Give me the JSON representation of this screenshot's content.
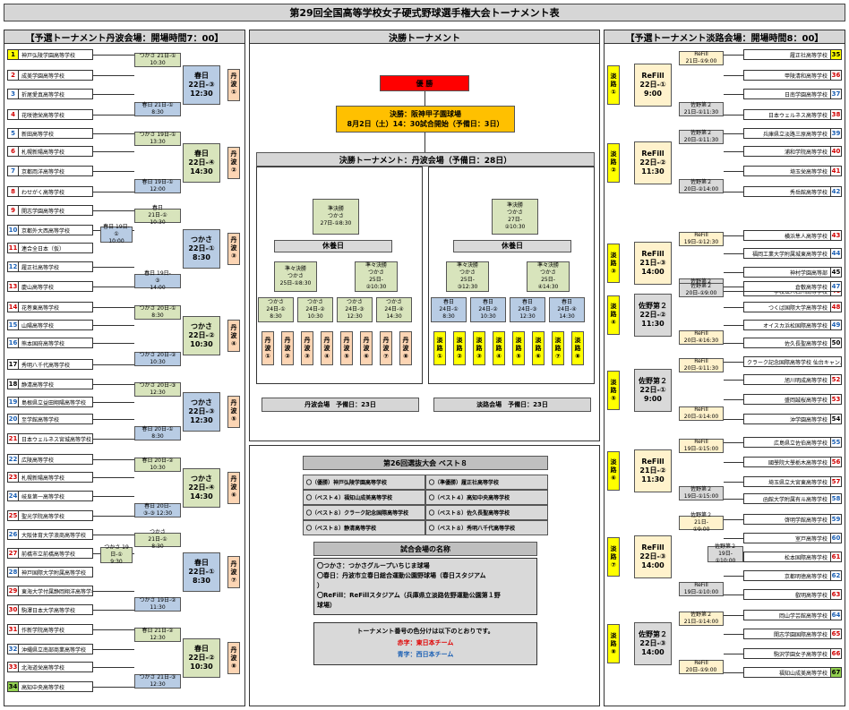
{
  "title": "第29回全国高等学校女子硬式野球選手権大会トーナメント表",
  "left_header": "【予選トーナメント丹波会場：開場時間7：00】",
  "center_header": "決勝トーナメント",
  "right_header": "【予選トーナメント淡路会場：開場時間8：00】",
  "left_teams": [
    {
      "n": "1",
      "name": "神戸弘陵学園高等学校",
      "c": "yel"
    },
    {
      "n": "2",
      "name": "成美学園高等学校",
      "c": "red"
    },
    {
      "n": "3",
      "name": "折尾愛真高等学校",
      "c": "blue"
    },
    {
      "n": "4",
      "name": "花咲徳栄高等学校",
      "c": "red"
    },
    {
      "n": "5",
      "name": "新田高等学校",
      "c": "blue"
    },
    {
      "n": "6",
      "name": "札幌新陽高等学校",
      "c": "red"
    },
    {
      "n": "7",
      "name": "京都両洋高等学校",
      "c": "blue"
    },
    {
      "n": "8",
      "name": "わせがく高等学校",
      "c": "red"
    },
    {
      "n": "9",
      "name": "開志学園高等学校",
      "c": "red"
    },
    {
      "n": "10",
      "name": "京都外大西高等学校",
      "c": "blue"
    },
    {
      "n": "11",
      "name": "連合全日本（仮）",
      "c": "red"
    },
    {
      "n": "12",
      "name": "履正社高等学校",
      "c": "blue"
    },
    {
      "n": "13",
      "name": "慶山高等学校",
      "c": "red"
    },
    {
      "n": "14",
      "name": "花巻東高等学校",
      "c": "red"
    },
    {
      "n": "15",
      "name": "山陽高等学校",
      "c": "blue"
    },
    {
      "n": "16",
      "name": "熊本国府高等学校",
      "c": "blue"
    },
    {
      "n": "17",
      "name": "秀明八千代高等学校",
      "c": ""
    },
    {
      "n": "18",
      "name": "静清高等学校",
      "c": ""
    },
    {
      "n": "19",
      "name": "島根県立益田翔陽高等学校",
      "c": "blue"
    },
    {
      "n": "20",
      "name": "至学館高等学校",
      "c": "blue"
    },
    {
      "n": "21",
      "name": "日本ウェルネス宮城高等学校",
      "c": "red"
    },
    {
      "n": "22",
      "name": "広陵高等学校",
      "c": "blue"
    },
    {
      "n": "23",
      "name": "札幌新陽高等学校",
      "c": "red"
    },
    {
      "n": "24",
      "name": "岐阜第一高等学校",
      "c": "blue"
    },
    {
      "n": "25",
      "name": "聖光学院高等学校",
      "c": "red"
    },
    {
      "n": "26",
      "name": "大阪体育大学浪商高等学校",
      "c": "blue"
    },
    {
      "n": "27",
      "name": "前橋市立前橋高等学校",
      "c": "red"
    },
    {
      "n": "28",
      "name": "神戸国際大学附属高等学校",
      "c": "blue"
    },
    {
      "n": "29",
      "name": "東海大学付属静岡翔洋高等学校",
      "c": "red"
    },
    {
      "n": "30",
      "name": "駒澤日本大学高等学校",
      "c": "red"
    },
    {
      "n": "31",
      "name": "作新学院高等学校",
      "c": "red"
    },
    {
      "n": "32",
      "name": "沖縄県立南部商業高等学校",
      "c": "blue"
    },
    {
      "n": "33",
      "name": "北海道栄高等学校",
      "c": "red"
    },
    {
      "n": "34",
      "name": "高知中央高等学校",
      "c": "grn"
    }
  ],
  "right_teams": [
    {
      "n": "35",
      "name": "履正社高等学校",
      "c": "yel"
    },
    {
      "n": "36",
      "name": "甲陵清和高等学校",
      "c": "red"
    },
    {
      "n": "37",
      "name": "日南学園高等学校",
      "c": "blue"
    },
    {
      "n": "38",
      "name": "日本ウェルネス高等学校",
      "c": "red"
    },
    {
      "n": "39",
      "name": "兵庫県立淡路三原高等学校",
      "c": "blue"
    },
    {
      "n": "40",
      "name": "浦和学院高等学校",
      "c": "red"
    },
    {
      "n": "41",
      "name": "埼玉栄高等学校",
      "c": "red"
    },
    {
      "n": "42",
      "name": "秀岳館高等学校",
      "c": "blue"
    },
    {
      "n": "43",
      "name": "横浜隼人高等学校",
      "c": "red"
    },
    {
      "n": "44",
      "name": "福岡工業大学附属城東高等学校",
      "c": "blue"
    },
    {
      "n": "45",
      "name": "神村学園高等部",
      "c": ""
    },
    {
      "n": "46",
      "name": "学校法人石川高等学校",
      "c": "red"
    },
    {
      "n": "47",
      "name": "倉敷高等学校",
      "c": "blue"
    },
    {
      "n": "48",
      "name": "つくば国際大学高等学校",
      "c": "red"
    },
    {
      "n": "49",
      "name": "オイスカ浜松国際高等学校",
      "c": "blue"
    },
    {
      "n": "50",
      "name": "佐久長聖高等学校",
      "c": ""
    },
    {
      "n": "51",
      "name": "クラーク記念国際高等学校\n仙台キャンパス",
      "c": ""
    },
    {
      "n": "52",
      "name": "旭川明成高等学校",
      "c": "red"
    },
    {
      "n": "53",
      "name": "盛岡誠桜高等学校",
      "c": "red"
    },
    {
      "n": "54",
      "name": "沖学園高等学校",
      "c": ""
    },
    {
      "n": "55",
      "name": "広島県立佐伯高等学校",
      "c": "blue"
    },
    {
      "n": "56",
      "name": "國學院大學栃木高等学校",
      "c": "red"
    },
    {
      "n": "57",
      "name": "埼玉県立大宮東高等学校",
      "c": "red"
    },
    {
      "n": "58",
      "name": "函館大学附属有斗高等学校",
      "c": "blue"
    },
    {
      "n": "59",
      "name": "啓明学館高等学校",
      "c": "blue"
    },
    {
      "n": "60",
      "name": "室戸高等学校",
      "c": "blue"
    },
    {
      "n": "61",
      "name": "松本国際高等学校",
      "c": "red"
    },
    {
      "n": "62",
      "name": "京都明徳高等学校",
      "c": "blue"
    },
    {
      "n": "63",
      "name": "叡明高等学校",
      "c": "red"
    },
    {
      "n": "64",
      "name": "岡山学芸館高等学校",
      "c": "blue"
    },
    {
      "n": "65",
      "name": "開志学園国際高等学校",
      "c": "red"
    },
    {
      "n": "66",
      "name": "駒沢学園女子高等学校",
      "c": "red"
    },
    {
      "n": "67",
      "name": "福知山成美高等学校",
      "c": "grn"
    }
  ],
  "left_matches": {
    "m1": "つかさ 21日-①\n10:30",
    "m2": "春日 21日-①\n8:30",
    "g1": "春日\n22日-③\n12:30",
    "t1": "丹\n波\n①",
    "m3": "つかさ 19日-①\n13:30",
    "m4": "春日 19日-①\n12:00",
    "g2": "春日\n22日-④\n14:30",
    "t2": "丹\n波\n②",
    "m5a": "春日\n21日-①\n10:30",
    "m5b": "春日 19日-①\n10:00",
    "m6": "春日 19日-\n③\n14:00",
    "g3": "つかさ\n22日-①\n8:30",
    "t3": "丹\n波\n③",
    "m7": "つかさ 20日-①\n8:30",
    "m8": "つかさ 20日-②\n10:30",
    "g4": "つかさ\n22日-②\n10:30",
    "t4": "丹\n波\n④",
    "m9": "つかさ 20日-③\n12:30",
    "m10": "春日 20日-①\n8:30",
    "g5": "つかさ\n22日-③\n12:30",
    "t5": "丹\n波\n⑤",
    "m11": "春日 20日-②\n10:30",
    "m12": "春日 20日-\n③-③ 12:30",
    "g6": "つかさ\n22日-④\n14:30",
    "t6": "丹\n波\n⑥",
    "m13a": "つかさ\n21日-①\n8:30",
    "m13b": "つかさ 19日-①\n9:30",
    "m14": "つかさ 19日-②\n11:30",
    "g7": "春日\n22日-①\n8:30",
    "t7": "丹\n波\n⑦",
    "m15": "春日 21日-②\n12:30",
    "m16": "つかさ 21日-③\n12:30",
    "g8": "春日\n22日-②\n10:30",
    "t8": "丹\n波\n⑧"
  },
  "center": {
    "champion": "優 勝",
    "final_box": "決勝：阪神甲子園球場\n8月2日（土）14：30試合開始（予備日：3日）",
    "tanba_final": "決勝トーナメント：丹波会場（予備日：28日）",
    "semi_l": "準決勝\nつかさ\n27日-①8:30",
    "semi_r": "準決勝\nつかさ\n27日-\n②10:30",
    "rest": "休養日",
    "qf1": "準々決勝\nつかさ\n25日-①8:30",
    "qf2": "準々決勝\nつかさ\n25日-\n②10:30",
    "qf3": "準々決勝\nつかさ\n25日-\n③12:30",
    "qf4": "準々決勝\nつかさ\n25日-\n④14:30",
    "r16": [
      "つかさ\n24日-①\n8:30",
      "つかさ\n24日-②\n10:30",
      "つかさ\n24日-③\n12:30",
      "つかさ\n24日-④\n14:30",
      "春日\n24日-①\n8:30",
      "春日\n24日-②\n10:30",
      "春日\n24日-③\n12:30",
      "春日\n24日-④\n14:30"
    ],
    "tanba_slots": [
      "丹\n波\n①",
      "丹\n波\n②",
      "丹\n波\n③",
      "丹\n波\n④",
      "丹\n波\n⑤",
      "丹\n波\n⑥",
      "丹\n波\n⑦",
      "丹\n波\n⑧"
    ],
    "awaji_slots": [
      "淡\n路\n①",
      "淡\n路\n②",
      "淡\n路\n③",
      "淡\n路\n④",
      "淡\n路\n⑤",
      "淡\n路\n⑥",
      "淡\n路\n⑦",
      "淡\n路\n⑧"
    ],
    "tanba_venue": "丹波会場　予備日：23日",
    "awaji_venue": "淡路会場　予備日：23日",
    "best8_title": "第26回選抜大会 ベスト８",
    "best8": [
      "〇（優勝）神戸弘陵学園高等学校",
      "〇（準優勝）履正社高等学校",
      "〇（ベスト４）福知山成美高等学校",
      "〇（ベスト４）高知中央高等学校",
      "〇（ベスト８）クラーク記念国際高等学校",
      "〇（ベスト８）佐久長聖高等学校",
      "〇（ベスト８）静清高等学校",
      "〇（ベスト８）秀明八千代高等学校"
    ],
    "venue_title": "試合会場の名称",
    "venues": [
      "〇つかさ：つかさグループいちじま球場",
      "〇春日：丹波市立春日総合運動公園野球場（春日スタジアム\n）",
      "〇ReFill：ReFillスタジアム（兵庫県立淡路佐野運動公園第１野\n球場）"
    ],
    "color_title": "トーナメント番号の色分けは以下のとおりです。",
    "east": "赤字：東日本チーム",
    "west": "青字：西日本チーム"
  },
  "right_matches": {
    "a1": "淡\n路\n①",
    "r1": "ReFill\n22日-①\n9:00",
    "s1a": "ReFill\n21日-①9:00",
    "s1b": "佐野第２\n21日-①11:30",
    "a2": "淡\n路\n②",
    "r2": "ReFill\n22日-②\n11:30",
    "s2a": "佐野第２\n20日-①11:30",
    "s2b": "佐野第２\n20日-②14:00",
    "a3": "淡\n路\n③",
    "r3": "ReFill\n21日-③\n14:00",
    "s3a": "ReFill\n19日-①12:30",
    "s3b": "佐野第２\n19日-①12:30",
    "a4": "淡\n路\n④",
    "r4": "佐野第２\n22日-②\n11:30",
    "s4a": "佐野第２\n20日-①9:00",
    "s4b": "ReFill\n20日-④16:30",
    "a5": "淡\n路\n⑤",
    "r5": "佐野第２\n22日-①\n9:00",
    "s5a": "ReFill\n20日-①11:30",
    "s5b": "ReFill\n20日-①14:00",
    "a6": "淡\n路\n⑥",
    "r6": "ReFill\n21日-②\n11:30",
    "s6a": "ReFill\n19日-①15:00",
    "s6b": "佐野第２\n19日-①15:00",
    "a7": "淡\n路\n⑦",
    "r7": "ReFill\n22日-③\n14:00",
    "s7a": "佐野第２\n21日-\n①9:00",
    "s7c": "佐野第２\n19日-①10:00",
    "s7b": "ReFill\n19日-①10:00",
    "a8": "淡\n路\n⑧",
    "r8": "佐野第２\n22日-③\n14:00",
    "s8a": "佐野第２\n21日-①14:00",
    "s8b": "ReFill\n20日-①9:00"
  }
}
